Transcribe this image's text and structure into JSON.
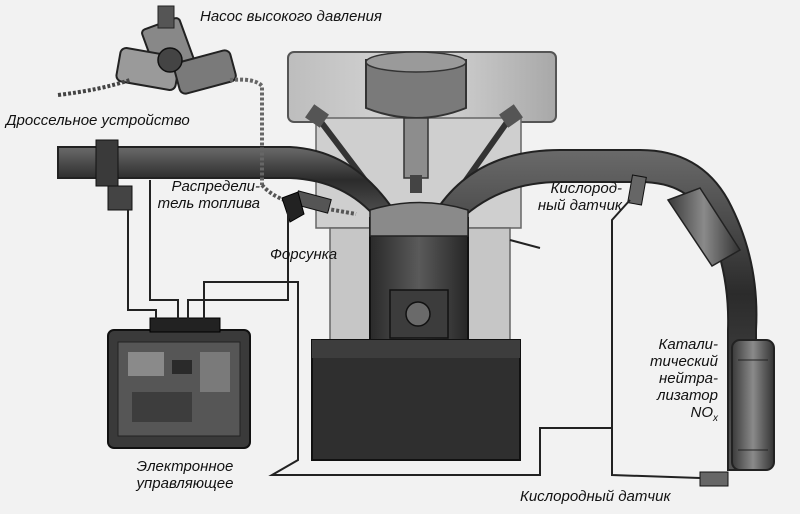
{
  "labels": {
    "pump": "Насос высокого давления",
    "throttle": "Дроссельное устройство",
    "distributor_line1": "Распредели-",
    "distributor_line2": "тель топлива",
    "injector": "Форсунка",
    "oxygen_sensor_top_line1": "Кислород-",
    "oxygen_sensor_top_line2": "ный датчик",
    "catalyst_line1": "Катали-",
    "catalyst_line2": "тический",
    "catalyst_line3": "нейтра-",
    "catalyst_line4": "лизатор",
    "catalyst_line5": "NO",
    "catalyst_subscript": "x",
    "ecu_line1": "Электронное",
    "ecu_line2": "управляющее",
    "oxygen_sensor_bottom": "Кислородный датчик"
  }
}
